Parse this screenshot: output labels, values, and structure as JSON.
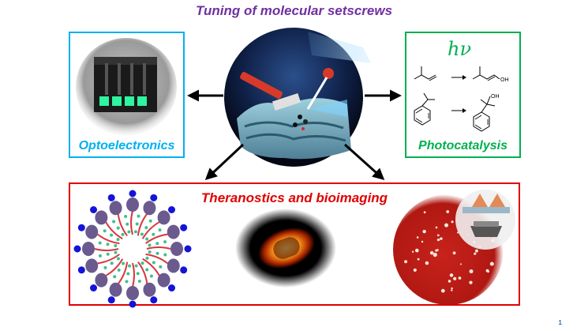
{
  "title": "Tuning of molecular setscrews",
  "panels": {
    "optoelectronics": "Optoelectronics",
    "photocatalysis": "Photocatalysis",
    "theranostics": "Theranostics and bioimaging"
  },
  "photocatalysis_scheme": {
    "light_symbol": "hν",
    "oh_label_1": "OH",
    "oh_label_2": "OH"
  },
  "page_number": "1",
  "colors": {
    "title": "#7030a0",
    "optoelectronics": "#00b0f0",
    "photocatalysis": "#00b050",
    "theranostics": "#e00000"
  }
}
